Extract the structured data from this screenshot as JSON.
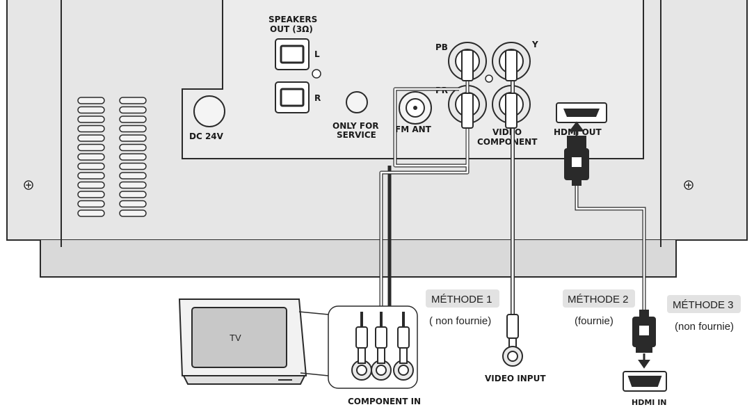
{
  "panel": {
    "speakers_line1": "SPEAKERS",
    "speakers_line2": "OUT (3Ω)",
    "speaker_l": "L",
    "speaker_r": "R",
    "dc_label": "DC 24V",
    "service_line1": "ONLY FOR",
    "service_line2": "SERVICE",
    "fm_ant": "FM ANT",
    "pb_label": "PB",
    "pr_label": "PR",
    "y_label": "Y",
    "video_label": "VIDEO",
    "component_label": "COMPONENT",
    "hdmi_out": "HDMI OUT"
  },
  "methods": [
    {
      "label": "MÉTHODE 1",
      "note": "( non fournie)"
    },
    {
      "label": "MÉTHODE 2",
      "note": "(fournie)"
    },
    {
      "label": "MÉTHODE 3",
      "note": "(non fournie)"
    }
  ],
  "tv": {
    "label": "TV",
    "component_in": "COMPONENT IN",
    "video_input": "VIDEO INPUT",
    "hdmi_in": "HDMI IN"
  },
  "colors": {
    "panel_fill": "#e6e6e6",
    "stroke": "#2a2a2a",
    "badge": "#e2e2e2"
  }
}
